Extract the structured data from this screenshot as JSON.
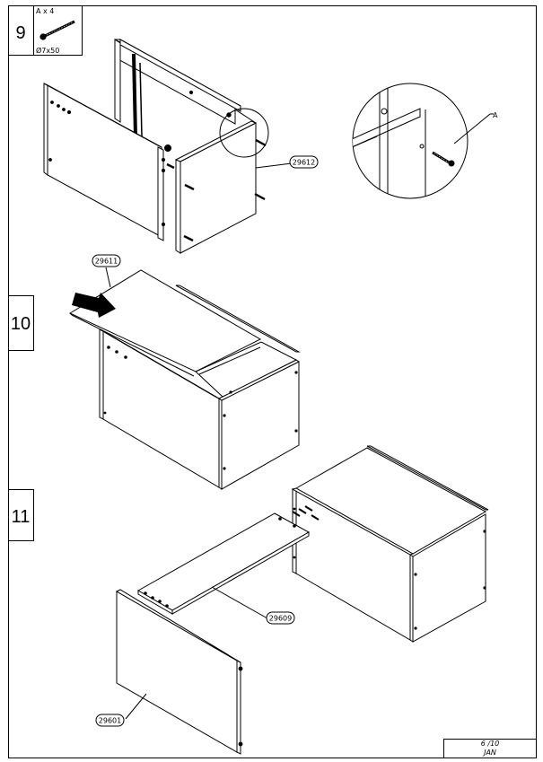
{
  "steps": [
    {
      "number": "9"
    },
    {
      "number": "10"
    },
    {
      "number": "11"
    }
  ],
  "hardware": {
    "quantity": "A x 4",
    "size": "Ø7x50"
  },
  "detail_callout": "A",
  "parts": {
    "p29612": "29612",
    "p29611": "29611",
    "p29609": "29609",
    "p29601": "29601"
  },
  "footer": {
    "page": "6 /10",
    "model": "JAN"
  }
}
